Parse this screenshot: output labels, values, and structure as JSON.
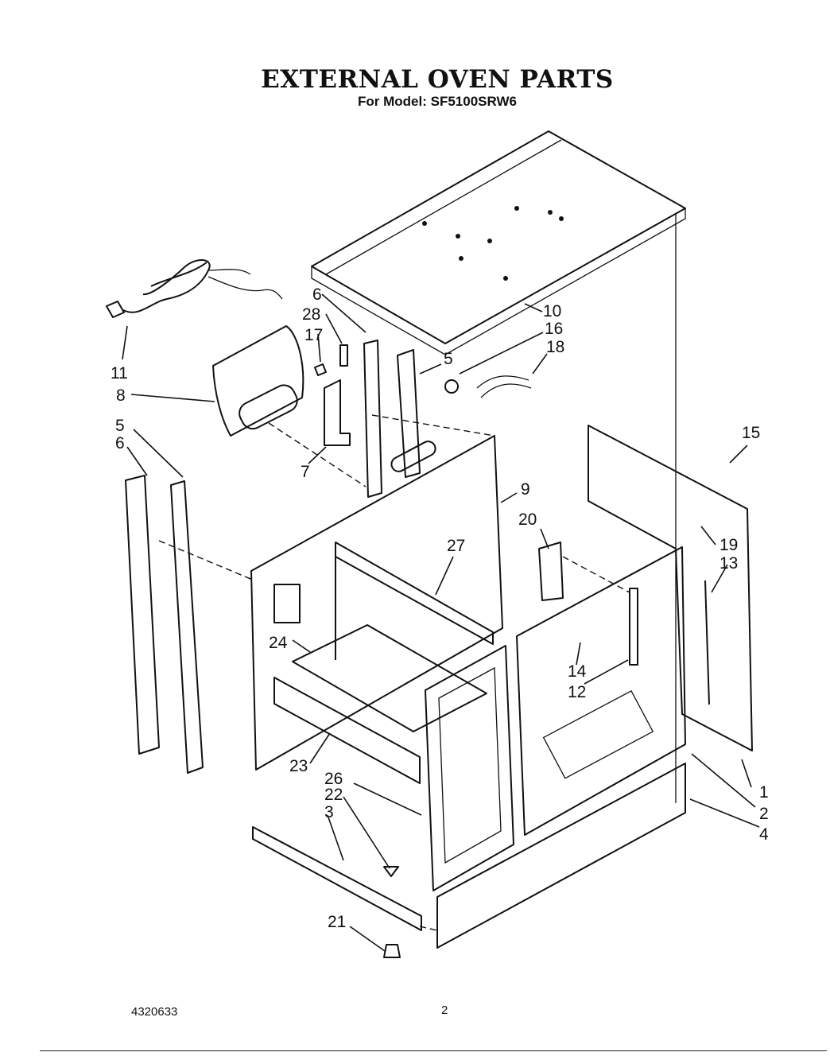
{
  "header": {
    "title": "EXTERNAL OVEN PARTS",
    "subtitle": "For Model: SF5100SRW6"
  },
  "callouts": {
    "c1": "1",
    "c2": "2",
    "c3": "3",
    "c4": "4",
    "c5a": "5",
    "c5b": "5",
    "c6a": "6",
    "c6b": "6",
    "c7": "7",
    "c8": "8",
    "c9": "9",
    "c10": "10",
    "c11": "11",
    "c12": "12",
    "c13": "13",
    "c14": "14",
    "c15": "15",
    "c16": "16",
    "c17": "17",
    "c18": "18",
    "c19": "19",
    "c20": "20",
    "c21": "21",
    "c22": "22",
    "c23": "23",
    "c24": "24",
    "c26": "26",
    "c27": "27",
    "c28": "28"
  },
  "footer": {
    "doc_number": "4320633",
    "page_number": "2"
  }
}
